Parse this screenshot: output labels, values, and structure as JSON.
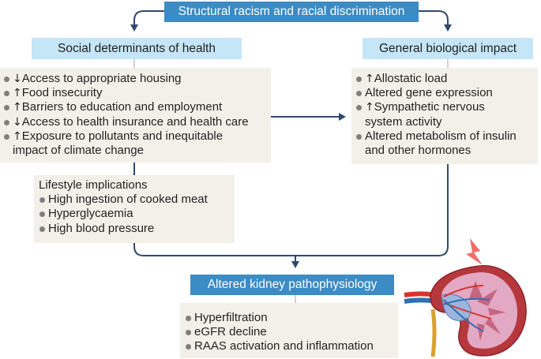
{
  "top": {
    "title": "Structural racism and racial discrimination"
  },
  "left_header": {
    "title": "Social determinants of health"
  },
  "right_header": {
    "title": "General biological impact"
  },
  "social_determinants": [
    {
      "arrow": "↓",
      "text": "Access to appropriate housing"
    },
    {
      "arrow": "↑",
      "text": "Food insecurity"
    },
    {
      "arrow": "↑",
      "text": "Barriers to education and employment"
    },
    {
      "arrow": "↓",
      "text": "Access to health insurance and health care"
    },
    {
      "arrow": "↑",
      "text": "Exposure to pollutants and inequitable",
      "text2": "impact of climate change"
    }
  ],
  "biological_impact": [
    {
      "arrow": "↑",
      "text": "Allostatic load"
    },
    {
      "arrow": "",
      "text": "Altered gene expression"
    },
    {
      "arrow": "↑",
      "text": "Sympathetic nervous",
      "text2": "system activity"
    },
    {
      "arrow": "",
      "text": "Altered metabolism of insulin",
      "text2": "and other hormones"
    }
  ],
  "lifestyle": {
    "title": "Lifestyle implications",
    "items": [
      "High ingestion of cooked meat",
      "Hyperglycaemia",
      "High blood pressure"
    ]
  },
  "kidney_header": {
    "title": "Altered kidney pathophysiology"
  },
  "kidney_effects": [
    "Hyperfiltration",
    "eGFR decline",
    "RAAS activation and inflammation"
  ],
  "colors": {
    "dark_header": "#3b8bc4",
    "light_header": "#c5e6f6",
    "panel": "#f3f0e9",
    "arrow": "#2f4a6e",
    "bullet": "#7f7f7f"
  }
}
